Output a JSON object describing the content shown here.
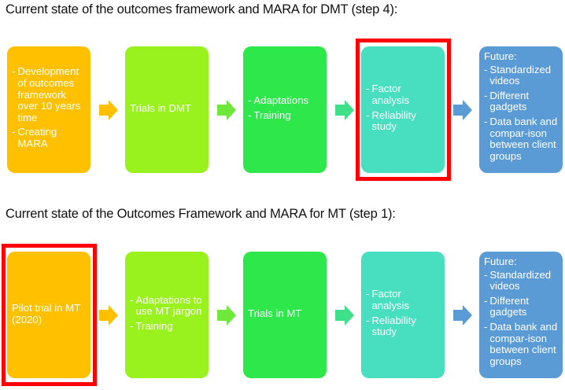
{
  "diagrams": [
    {
      "title": "Current state of the outcomes framework and MARA for DMT (step 4):",
      "highlighted_step": 4,
      "steps": [
        {
          "color": "#ffc000",
          "items": [
            "Development of outcomes framework over 10 years time",
            "Creating MARA"
          ],
          "plain": ""
        },
        {
          "color": "#99f21e",
          "items": [],
          "plain": "Trials in DMT"
        },
        {
          "color": "#2ee84b",
          "items": [
            "Adaptations",
            "Training"
          ],
          "plain": ""
        },
        {
          "color": "#48dfc1",
          "items": [
            "Factor analysis",
            "Reliability study"
          ],
          "plain": ""
        },
        {
          "color": "#5b9bd5",
          "items": [
            "Standardized videos",
            "Different gadgets",
            "Data bank and compar-ison between client groups"
          ],
          "plain": "Future:"
        }
      ],
      "arrow_colors": [
        "#ffc000",
        "#6ee83a",
        "#3ee08a",
        "#5b9bd5"
      ]
    },
    {
      "title": "Current state of the Outcomes Framework and MARA for MT (step 1):",
      "highlighted_step": 1,
      "steps": [
        {
          "color": "#ffc000",
          "items": [],
          "plain": "Pilot trial in MT (2020)"
        },
        {
          "color": "#99f21e",
          "items": [
            "Adaptations to use MT jargon",
            "Training"
          ],
          "plain": ""
        },
        {
          "color": "#2ee84b",
          "items": [],
          "plain": "Trials in MT"
        },
        {
          "color": "#48dfc1",
          "items": [
            "Factor analysis",
            "Reliability study"
          ],
          "plain": ""
        },
        {
          "color": "#5b9bd5",
          "items": [
            "Standardized videos",
            "Different gadgets",
            "Data bank and compar-ison between client groups"
          ],
          "plain": "Future:"
        }
      ],
      "arrow_colors": [
        "#ffc000",
        "#6ee83a",
        "#3ee08a",
        "#5b9bd5"
      ]
    }
  ]
}
